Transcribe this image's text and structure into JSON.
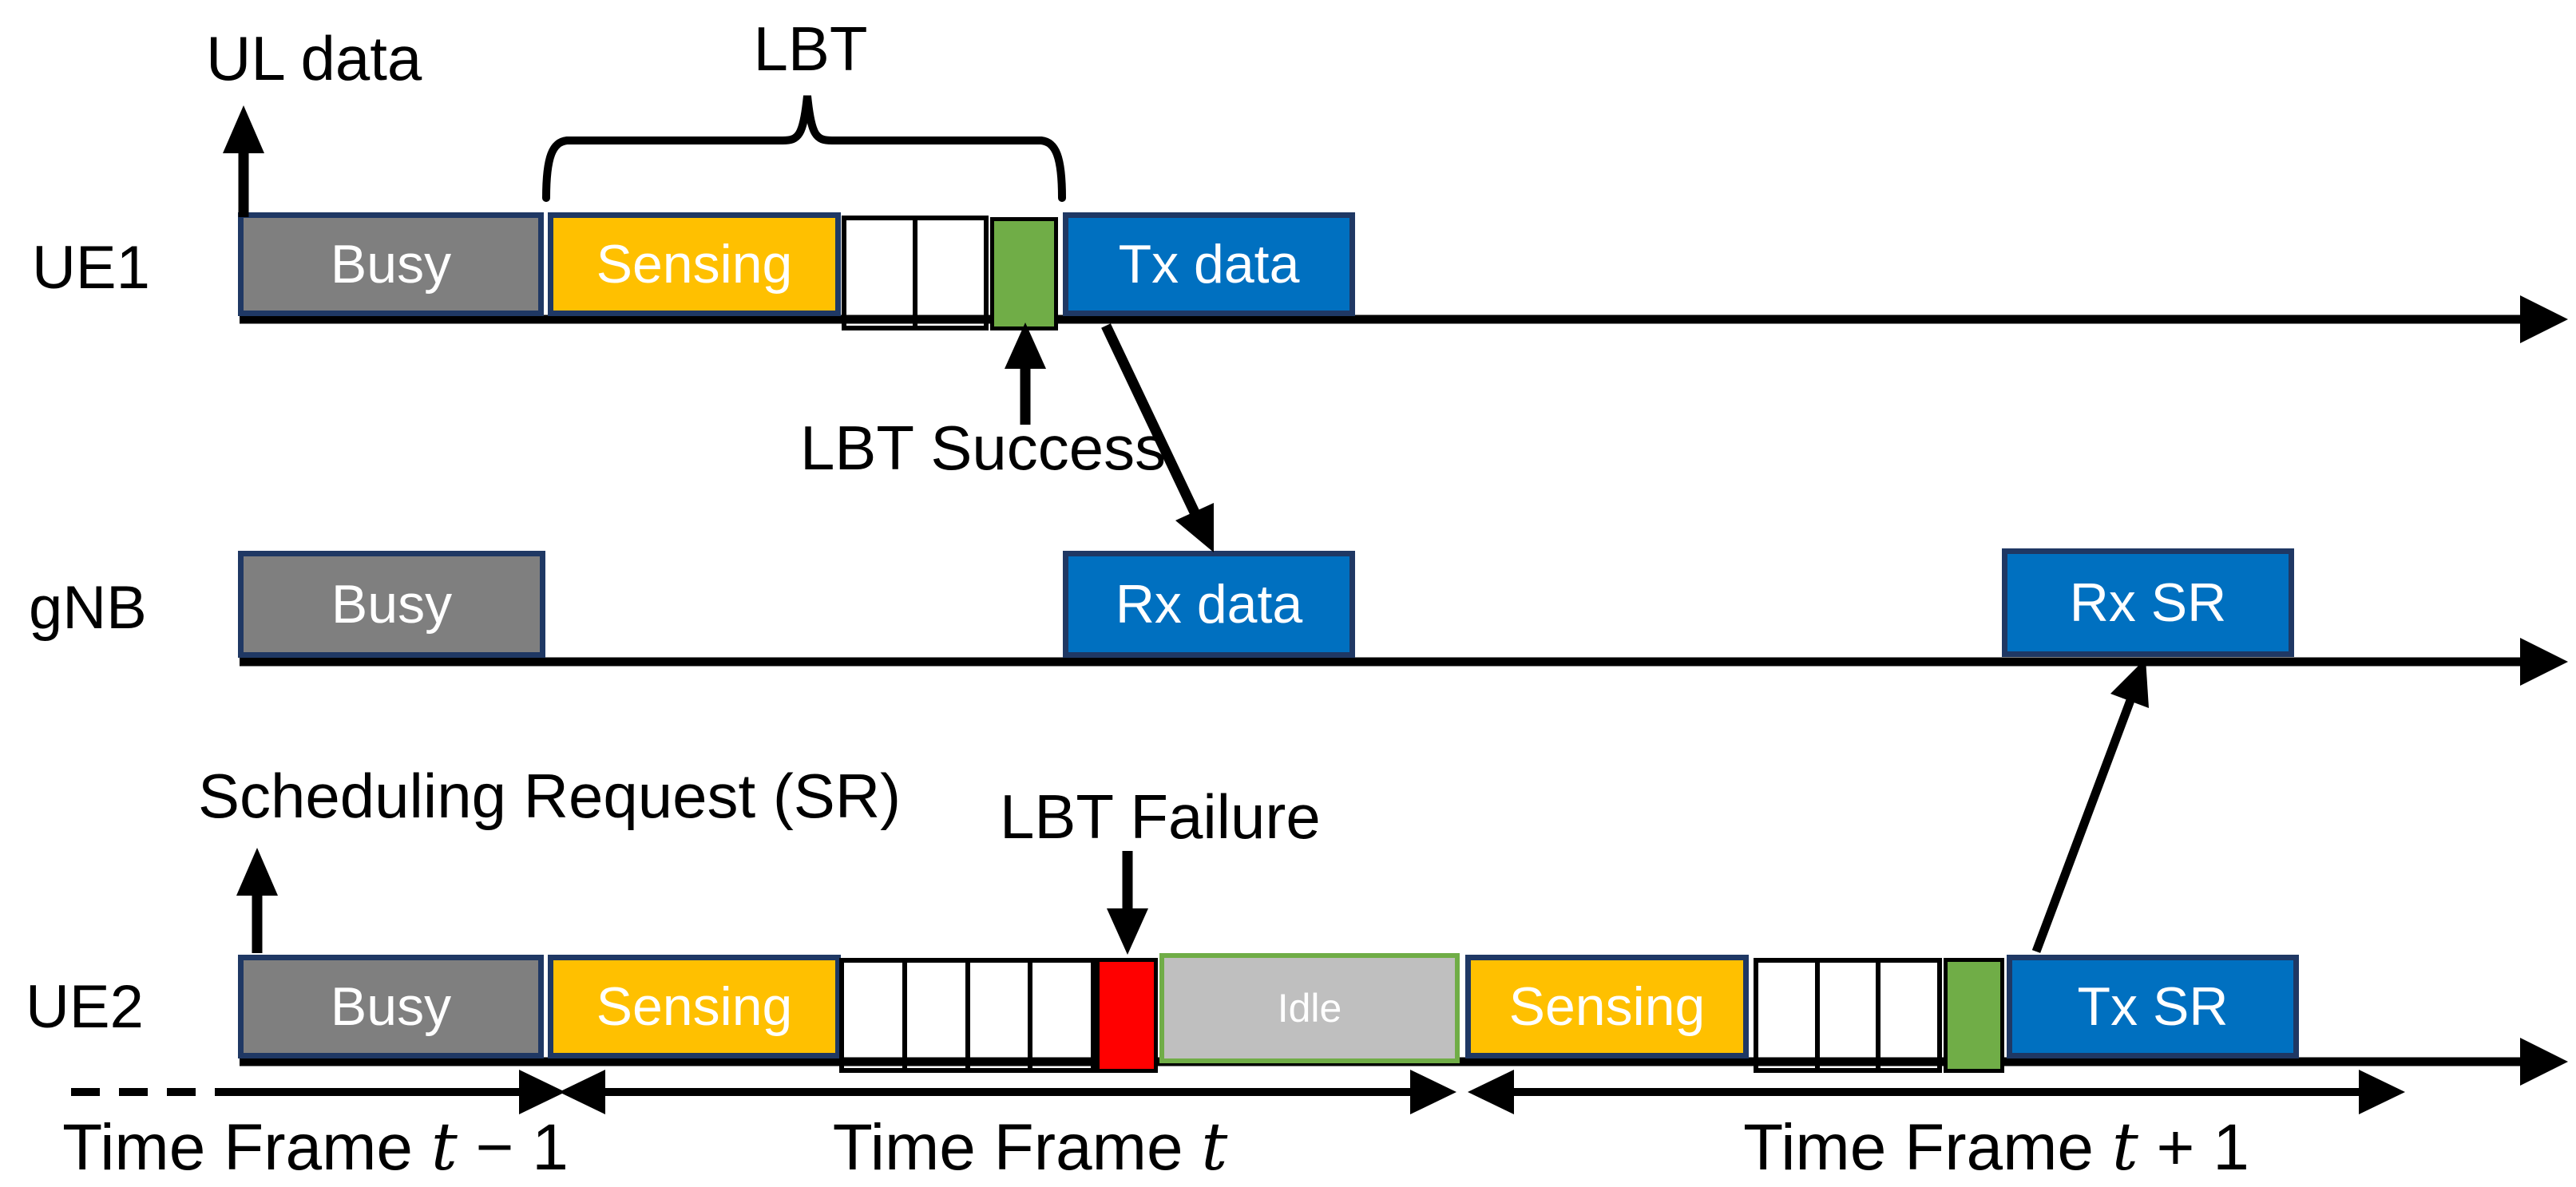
{
  "rows": {
    "ue1": {
      "label": "UE1",
      "busy": "Busy",
      "sensing": "Sensing",
      "tx_data": "Tx data"
    },
    "gnb": {
      "label": "gNB",
      "busy": "Busy",
      "rx_data": "Rx data",
      "rx_sr": "Rx SR"
    },
    "ue2": {
      "label": "UE2",
      "busy": "Busy",
      "sensing1": "Sensing",
      "idle": "Idle",
      "sensing2": "Sensing",
      "tx_sr": "Tx SR"
    }
  },
  "annotations": {
    "ul_data": "UL data",
    "lbt": "LBT",
    "lbt_success": "LBT Success",
    "scheduling_request": "Scheduling Request (SR)",
    "lbt_failure": "LBT Failure"
  },
  "time_frames": [
    {
      "prefix": "Time Frame ",
      "variable": "t",
      "suffix": " − 1"
    },
    {
      "prefix": "Time Frame ",
      "variable": "t",
      "suffix": ""
    },
    {
      "prefix": "Time Frame ",
      "variable": "t",
      "suffix": " + 1"
    }
  ],
  "colors": {
    "busy_fill": "#7F7F7F",
    "sensing_fill": "#FFC000",
    "data_fill": "#0070C0",
    "lbt_success_fill": "#70AD47",
    "lbt_failure_fill": "#FF0000",
    "idle_fill": "#BFBFBF",
    "idle_border": "#70AD47",
    "box_border": "#1F3864",
    "line_color": "#000000"
  }
}
